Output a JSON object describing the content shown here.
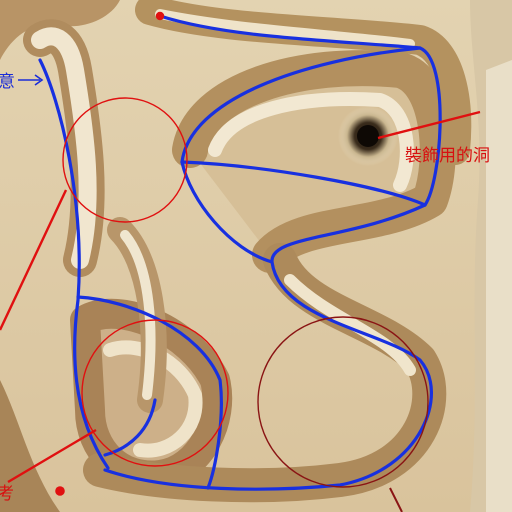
{
  "labels": {
    "left_label": "意",
    "hole_label": "裝飾用的洞",
    "bottom_left_label": "考"
  },
  "colors": {
    "background": "#e8dcc0",
    "ridge_light": "#f3ead8",
    "groove_shadow": "#b99a6e",
    "outer_shadow": "#8f6e45",
    "route_line": "#1830e0",
    "annotation_red": "#e01010",
    "annotation_darkred": "#8a1414",
    "label_blue": "#1a2cd8",
    "label_red": "#d81010"
  },
  "icons": {
    "hole": "decorative-hole-icon",
    "start_dot": "red-dot-icon"
  }
}
